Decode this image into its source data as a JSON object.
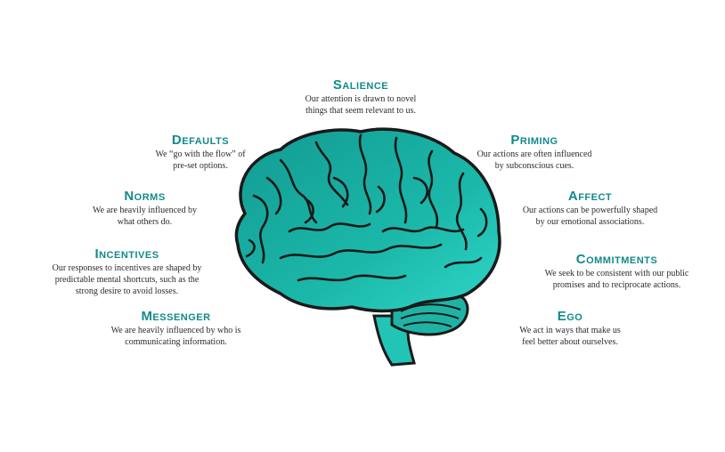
{
  "colors": {
    "title": "#128a8a",
    "brain_fill": "#1ab5a8",
    "brain_fill_light": "#2fd6c6",
    "outline": "#1a1a1a"
  },
  "factors": {
    "salience": {
      "title": "Salience",
      "desc_lines": [
        "Our attention is drawn to novel",
        "things that seem relevant to us."
      ]
    },
    "defaults": {
      "title": "Defaults",
      "desc_lines": [
        "We “go with the flow” of",
        "pre-set options."
      ]
    },
    "priming": {
      "title": "Priming",
      "desc_lines": [
        "Our actions are often influenced",
        "by subconscious cues."
      ]
    },
    "norms": {
      "title": "Norms",
      "desc_lines": [
        "We are heavily influenced by",
        "what others do."
      ]
    },
    "affect": {
      "title": "Affect",
      "desc_lines": [
        "Our actions can be powerfully shaped",
        "by our emotional associations."
      ]
    },
    "incentives": {
      "title": "Incentives",
      "desc_lines": [
        "Our responses to incentives are shaped by",
        "predictable mental shortcuts, such as the",
        "strong desire to avoid losses."
      ]
    },
    "commitments": {
      "title": "Commitments",
      "desc_lines": [
        "We seek to be consistent with our public",
        "promises and to reciprocate actions."
      ]
    },
    "messenger": {
      "title": "Messenger",
      "desc_lines": [
        "We are heavily influenced by who is",
        "communicating information."
      ]
    },
    "ego": {
      "title": "Ego",
      "desc_lines": [
        "We act in ways that make us",
        "feel better about ourselves."
      ]
    }
  }
}
